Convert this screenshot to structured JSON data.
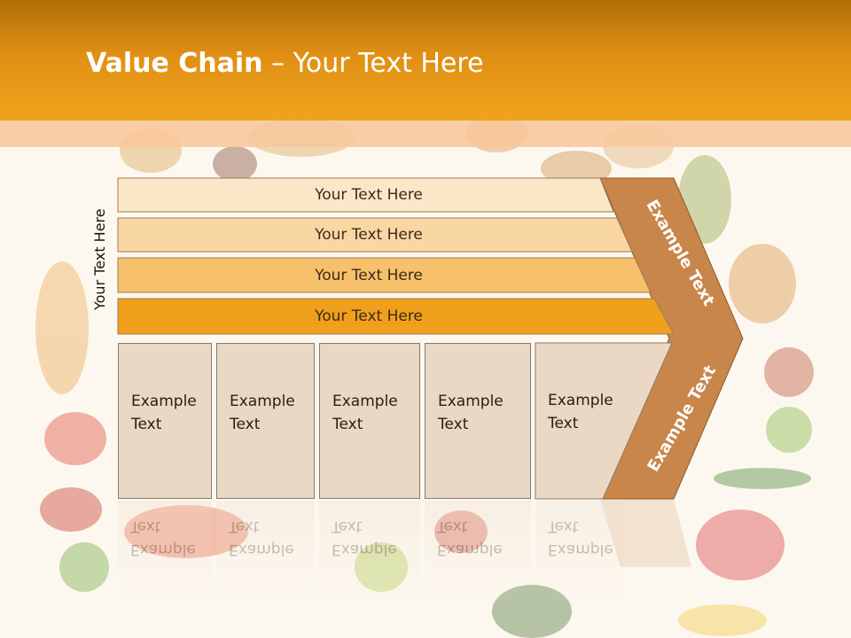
{
  "slide": {
    "title_bold": "Value Chain",
    "title_rest": " – Your Text Here",
    "side_label": "Your Text Here"
  },
  "bars": [
    {
      "label": "Your Text Here",
      "color": "#fbe7c8"
    },
    {
      "label": "Your Text Here",
      "color": "#f9d7a3"
    },
    {
      "label": "Your Text Here",
      "color": "#f6c16a"
    },
    {
      "label": "Your Text Here",
      "color": "#f0a01c"
    }
  ],
  "columns": [
    {
      "line1": "Example",
      "line2": "Text"
    },
    {
      "line1": "Example",
      "line2": "Text"
    },
    {
      "line1": "Example",
      "line2": "Text"
    },
    {
      "line1": "Example",
      "line2": "Text"
    },
    {
      "line1": "Example",
      "line2": "Text"
    }
  ],
  "chevron": {
    "top_label": "Example Text",
    "bottom_label": "Example Text",
    "color": "#c8864a"
  },
  "colors": {
    "header": "#e8951a",
    "column_fill": "#ead8c5"
  }
}
